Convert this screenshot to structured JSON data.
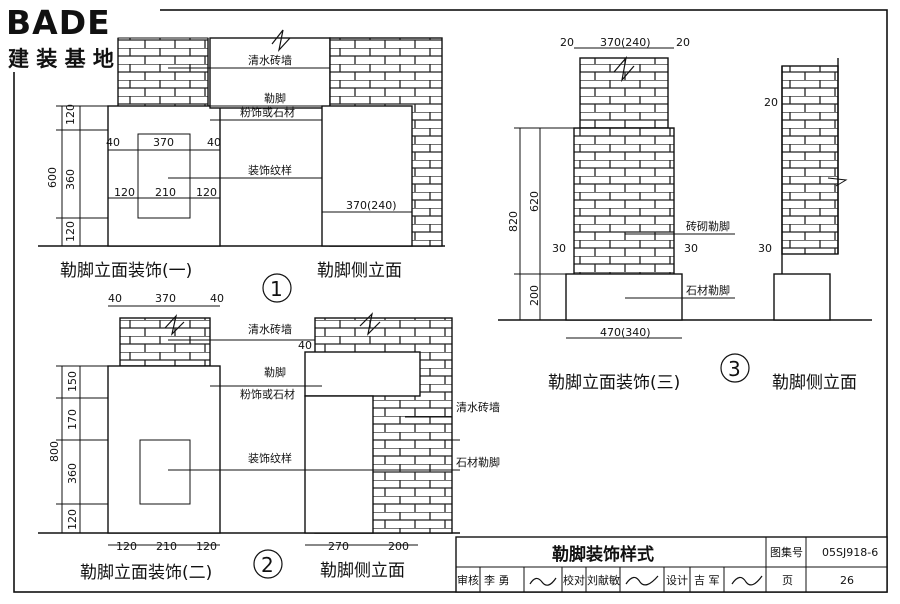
{
  "logo": {
    "brand": "BADE",
    "subtitle": "建 装 基 地"
  },
  "fig1": {
    "front_title": "勒脚立面装饰(一)",
    "side_title": "勒脚侧立面",
    "number": "1",
    "notes": [
      "清水砖墙",
      "勒脚",
      "粉饰或石材",
      "装饰纹样"
    ],
    "left_dims": [
      "120",
      "360",
      "120"
    ],
    "overall_dim": "600",
    "inner_top": [
      "40",
      "370",
      "40"
    ],
    "inner_bottom": [
      "120",
      "210",
      "120"
    ],
    "side_dim": "370(240)"
  },
  "fig2": {
    "front_title": "勒脚立面装饰(二)",
    "side_title": "勒脚侧立面",
    "number": "2",
    "notes": [
      "清水砖墙",
      "勒脚",
      "粉饰或石材",
      "装饰纹样",
      "清水砖墙",
      "石材勒脚"
    ],
    "top_dims": [
      "40",
      "370",
      "40"
    ],
    "left_dims": [
      "150",
      "170",
      "360",
      "120"
    ],
    "overall_dim": "800",
    "bottom_dims": [
      "120",
      "210",
      "120"
    ],
    "side_dims": [
      "270",
      "200"
    ],
    "side_offset": "40"
  },
  "fig3": {
    "front_title": "勒脚立面装饰(三)",
    "side_title": "勒脚侧立面",
    "number": "3",
    "notes": [
      "砖砌勒脚",
      "石材勒脚"
    ],
    "top_dims": [
      "20",
      "370(240)",
      "20"
    ],
    "left_dims": [
      "620",
      "200"
    ],
    "overall_dim": "820",
    "offset_dims": [
      "30",
      "30"
    ],
    "base_dim": "470(340)",
    "side_dims": [
      "20",
      "30"
    ]
  },
  "title_block": {
    "title": "勒脚装饰样式",
    "atlas_label": "图集号",
    "atlas_no": "05SJ918-6",
    "review_label": "审核",
    "reviewer": "李 勇",
    "check_label": "校对",
    "checker": "刘献敏",
    "design_label": "设计",
    "designer": "吉 军",
    "page_label": "页",
    "page_no": "26"
  }
}
